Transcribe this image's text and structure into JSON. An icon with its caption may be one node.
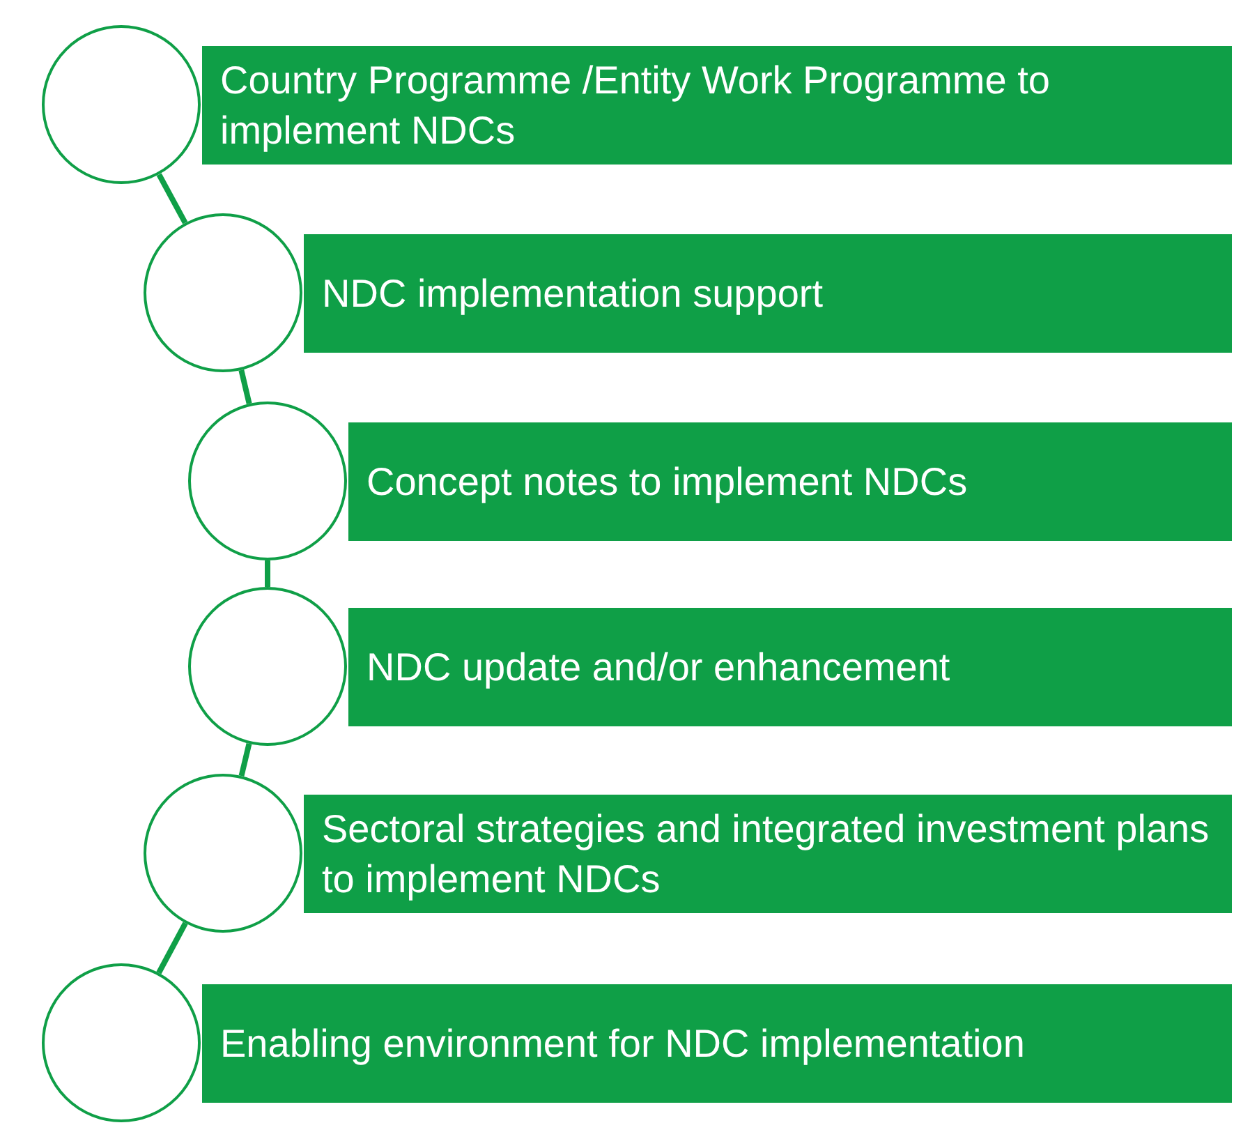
{
  "diagram": {
    "nodes": [
      {
        "text": [],
        "shape": "circle"
      },
      {
        "text": [
          "Country Programme /Entity Work Programme to implement NDCs"
        ]
      },
      {
        "text": [],
        "shape": "circle"
      },
      {
        "text": [
          "NDC implementation support"
        ]
      },
      {
        "text": [],
        "shape": "circle"
      },
      {
        "text": [
          "Concept notes to implement NDCs"
        ]
      },
      {
        "text": [],
        "shape": "circle"
      },
      {
        "text": [
          "NDC update and/or enhancement"
        ]
      },
      {
        "text": [],
        "shape": "circle"
      },
      {
        "text": [
          "Sectoral strategies and integrated investment plans to implement NDCs"
        ]
      },
      {
        "text": [],
        "shape": "circle"
      },
      {
        "text": [
          "Enabling environment for NDC implementation"
        ]
      }
    ],
    "edges": [
      {
        "from": 0,
        "to": 2,
        "arrow": "none"
      },
      {
        "from": 2,
        "to": 4,
        "arrow": "none"
      },
      {
        "from": 4,
        "to": 6,
        "arrow": "none"
      },
      {
        "from": 6,
        "to": 8,
        "arrow": "none"
      },
      {
        "from": 8,
        "to": 10,
        "arrow": "none"
      }
    ]
  }
}
